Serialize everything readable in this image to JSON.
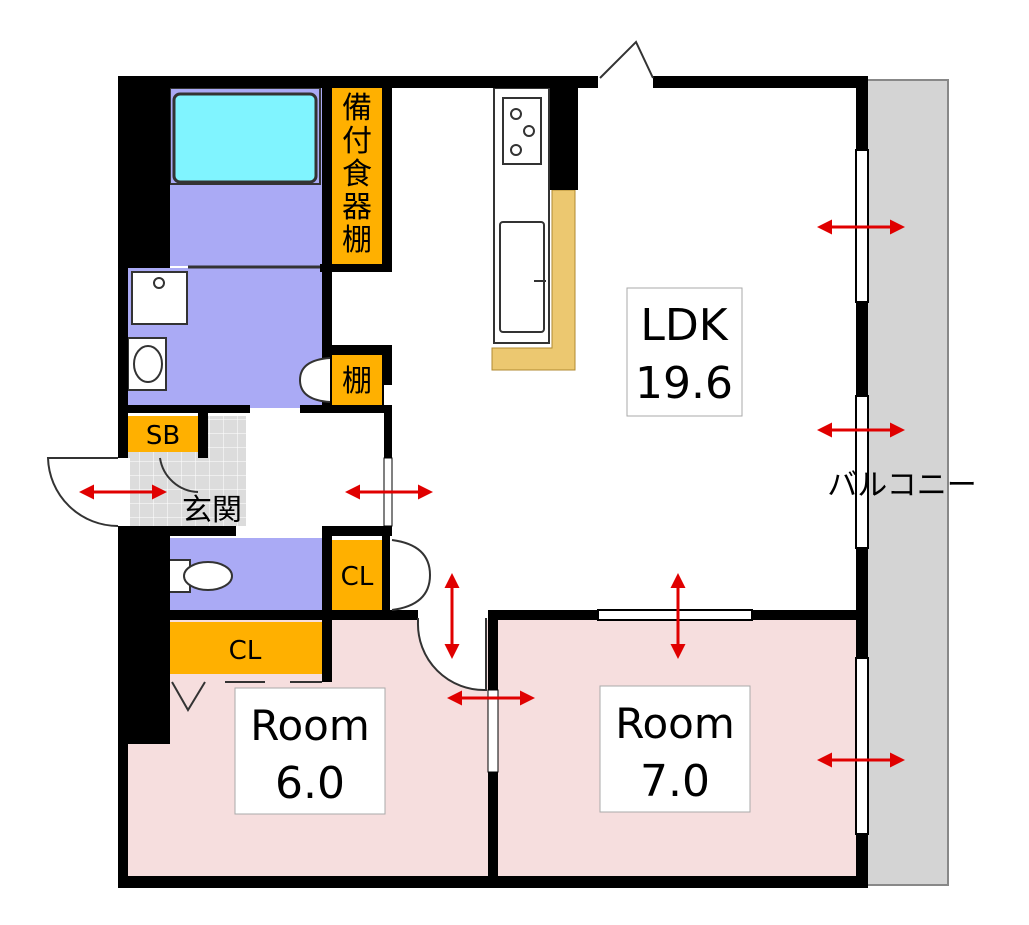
{
  "rooms": {
    "ldk": {
      "name": "LDK",
      "size": "19.6"
    },
    "room_a": {
      "name": "Room",
      "size": "6.0"
    },
    "room_b": {
      "name": "Room",
      "size": "7.0"
    }
  },
  "labels": {
    "dish_cabinet": [
      "備",
      "付",
      "食",
      "器",
      "棚"
    ],
    "shelf": "棚",
    "shoe_box": "SB",
    "entrance": "玄関",
    "closet_toilet": "CL",
    "closet_room": "CL",
    "balcony": "バルコニー"
  },
  "colors": {
    "wall": "#000000",
    "wet_area": "#aaaaf5",
    "storage": "#ffb000",
    "bedroom_floor": "#f6dede",
    "balcony": "#d4d4d4",
    "bathtub_water": "#80f4ff",
    "entrance_tile": "#d9d9d9",
    "kitchen_counter": "#ecc870",
    "arrow": "#e00000"
  }
}
